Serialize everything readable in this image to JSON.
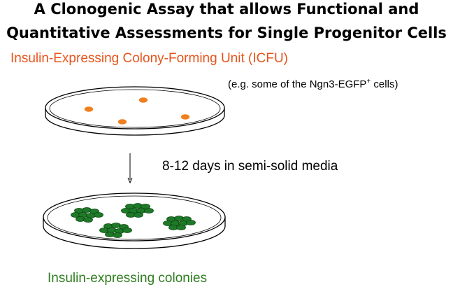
{
  "title": {
    "line1": "A Clonogenic Assay that allows Functional and",
    "line2": "Quantitative Assessments for Single Progenitor Cells"
  },
  "icfu_label": "Insulin-Expressing Colony-Forming Unit (ICFU)",
  "note": {
    "prefix": "(e.g. some of the Ngn3-EGFP",
    "superscript": "+",
    "suffix": " cells)"
  },
  "step_label": "8-12 days in semi-solid media",
  "result_label": "Insulin-expressing colonies",
  "colors": {
    "icfu_text": "#e8541c",
    "cell_fill": "#f07f1f",
    "colony_fill": "#1e7a28",
    "colony_stroke": "#0e4a14",
    "result_text": "#2f7d1f",
    "dish_stroke": "#000000"
  }
}
